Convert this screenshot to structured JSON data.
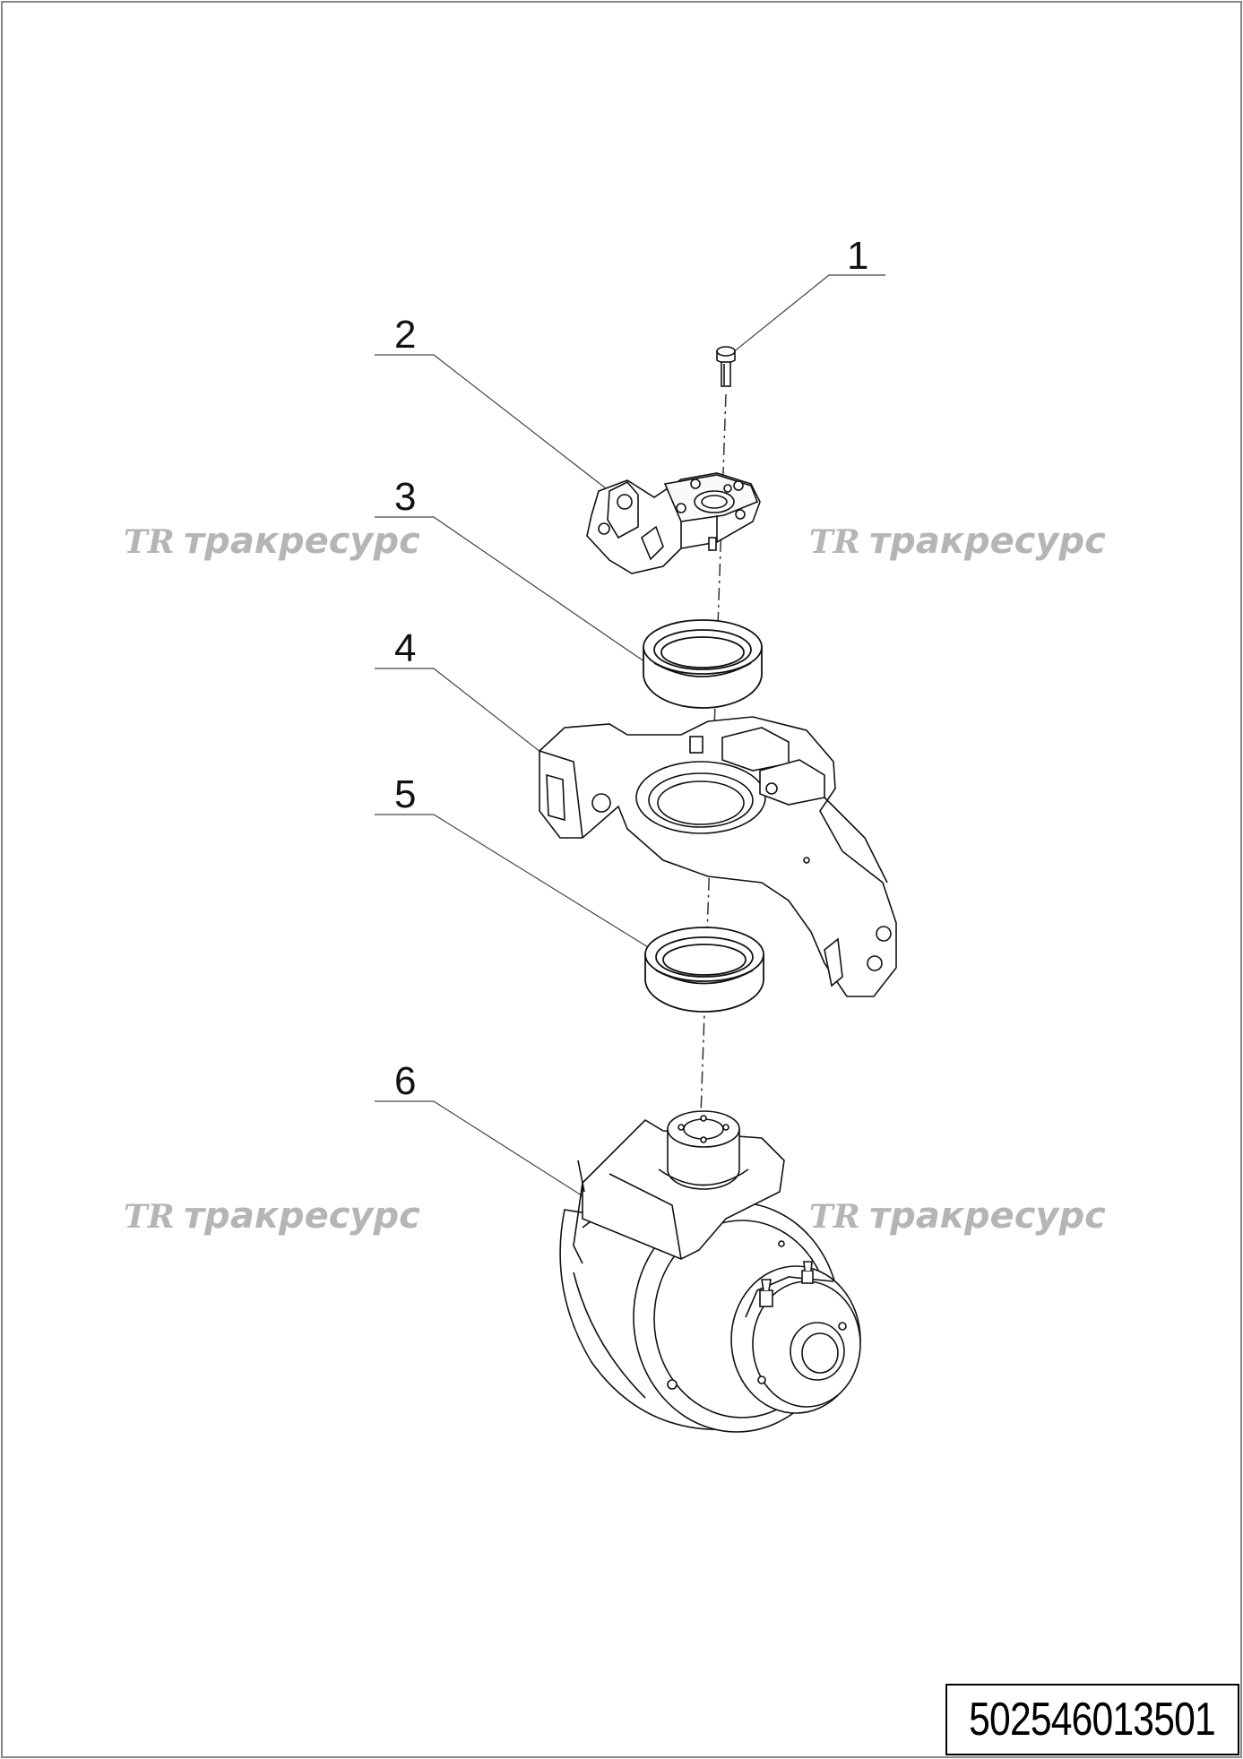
{
  "drawing": {
    "callouts": [
      {
        "id": 1,
        "label": "1"
      },
      {
        "id": 2,
        "label": "2"
      },
      {
        "id": 3,
        "label": "3"
      },
      {
        "id": 4,
        "label": "4"
      },
      {
        "id": 5,
        "label": "5"
      },
      {
        "id": 6,
        "label": "6"
      }
    ],
    "parts": [
      {
        "id": 1,
        "icon": "bolt-icon"
      },
      {
        "id": 2,
        "icon": "bracket-icon"
      },
      {
        "id": 3,
        "icon": "bearing-ring-icon"
      },
      {
        "id": 4,
        "icon": "swing-arm-icon"
      },
      {
        "id": 5,
        "icon": "bearing-ring-icon"
      },
      {
        "id": 6,
        "icon": "drive-wheel-motor-icon"
      }
    ],
    "watermark": {
      "logo": "TR",
      "text": "тракресурс",
      "color": "#b5b5b5"
    },
    "part_number": "502546013501",
    "colors": {
      "line": "#111111",
      "leader": "#444444",
      "background": "#ffffff"
    }
  }
}
